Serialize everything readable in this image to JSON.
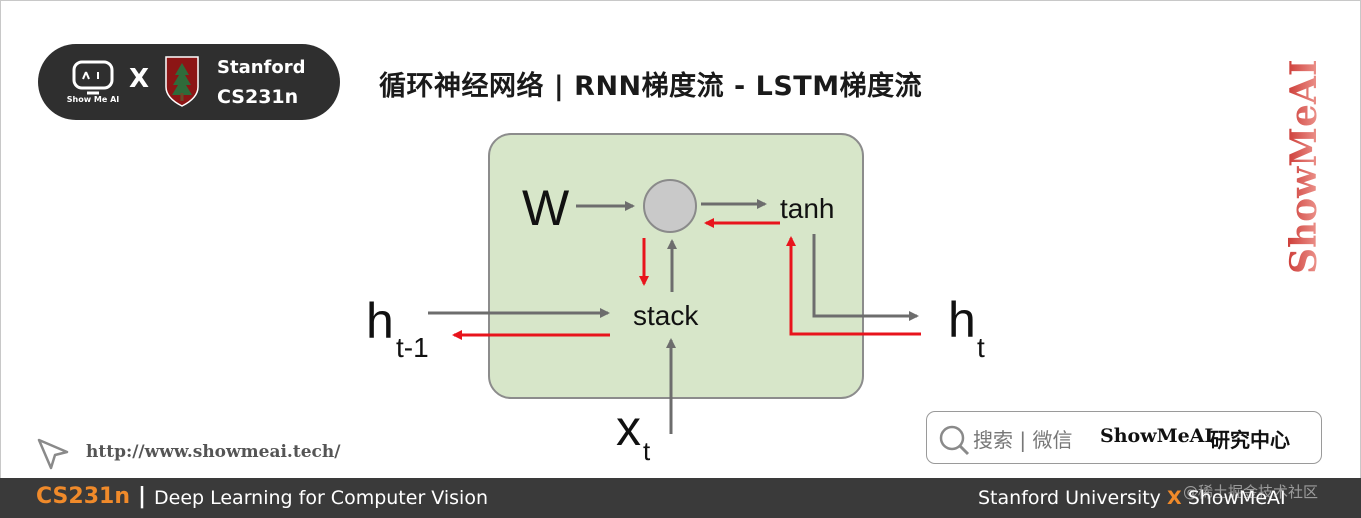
{
  "header": {
    "logo_left_text": "Show Me AI",
    "logo_x": "X",
    "logo_right_line1": "Stanford",
    "logo_right_line2": "CS231n",
    "title": "循环神经网络 | RNN梯度流 - LSTM梯度流"
  },
  "diagram": {
    "input_w": "W",
    "op_top": "tanh",
    "op_mid": "stack",
    "h_prev": "h",
    "h_prev_sub": "t-1",
    "h_next": "h",
    "h_next_sub": "t",
    "x_in": "x",
    "x_in_sub": "t"
  },
  "watermark": {
    "text": "ShowMeAI"
  },
  "url": {
    "text": "http://www.showmeai.tech/"
  },
  "search": {
    "hint": "搜索 | 微信",
    "brand": "ShowMeAI",
    "suffix": "研究中心"
  },
  "footer": {
    "course": "CS231n",
    "separator": "|",
    "subtitle": "Deep Learning for Computer Vision",
    "right_left": "Stanford University",
    "right_x": "X",
    "right_brand": "ShowMeAI",
    "ghost": "@稀土掘金技术社区"
  },
  "colors": {
    "gradient_arrow": "#e8141c",
    "forward_arrow": "#6d6d6d",
    "box_fill": "#d7e6c9",
    "accent": "#f08a2a"
  }
}
